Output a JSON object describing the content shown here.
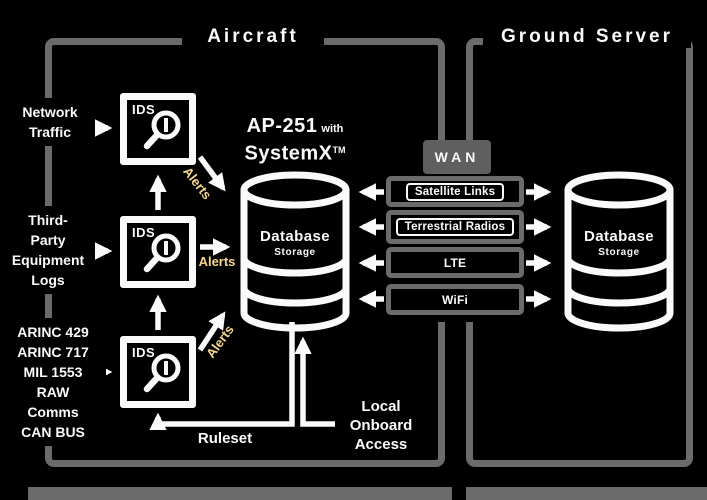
{
  "titles": {
    "aircraft": "Aircraft",
    "ground_server": "Ground Server"
  },
  "sources": [
    {
      "name": "network-traffic",
      "lines": [
        "Network",
        "Traffic"
      ]
    },
    {
      "name": "third-party-logs",
      "lines": [
        "Third-",
        "Party",
        "Equipment",
        "Logs"
      ]
    },
    {
      "name": "avionics-buses",
      "lines": [
        "ARINC 429",
        "ARINC 717",
        "MIL 1553",
        "RAW",
        "Comms",
        "CAN BUS"
      ]
    }
  ],
  "ids": {
    "label": "IDS"
  },
  "ap": {
    "model": "AP-251",
    "with": "with",
    "product": "SystemX",
    "tm": "TM"
  },
  "alerts": {
    "top": "Alerts",
    "middle": "Alerts",
    "bottom": "Alerts"
  },
  "aircraft_db": {
    "label": "Database",
    "sublabel": "Storage"
  },
  "ground_db": {
    "label": "Database",
    "sublabel": "Storage"
  },
  "wan": {
    "label": "WAN",
    "links": [
      {
        "label": "Satellite Links",
        "highlighted": true
      },
      {
        "label": "Terrestrial Radios",
        "highlighted": true
      },
      {
        "label": "LTE",
        "highlighted": false
      },
      {
        "label": "WiFi",
        "highlighted": false
      }
    ]
  },
  "ruleset": {
    "label": "Ruleset"
  },
  "local_access": {
    "lines": [
      "Local",
      "Onboard",
      "Access"
    ]
  },
  "colors": {
    "background": "#000000",
    "frame_gray": "#6b6b6b",
    "wan_gray": "#5f5f5f",
    "white": "#fafafa",
    "alert_yellow": "#f6d78c"
  }
}
